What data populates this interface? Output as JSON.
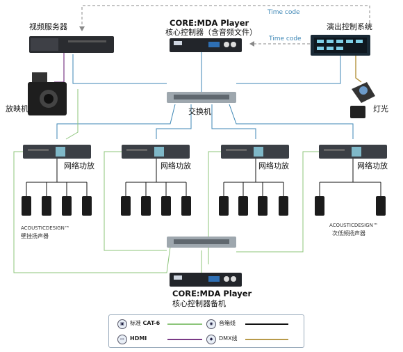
{
  "labels": {
    "video_server": "视频服务器",
    "projector": "放映机",
    "core_player_title": "CORE:MDA Player",
    "core_player_sub": "核心控制器（含音频文件）",
    "show_control": "演出控制系统",
    "lighting": "灯光",
    "switch": "交换机",
    "amp": "网络功放",
    "acoustic_wall_brand": "ACOUSTICDESIGN™",
    "acoustic_wall_desc": "壁挂扬声器",
    "acoustic_sub_brand": "ACOUSTICDESIGN™",
    "acoustic_sub_desc": "次低频扬声器",
    "backup_title": "CORE:MDA Player",
    "backup_sub": "核心控制器备机",
    "timecode_top": "Time code",
    "timecode_mid": "Time code"
  },
  "legend": {
    "cat6_prefix": "标准 ",
    "cat6_bold": "CAT-6",
    "hdmi": "HDMI",
    "audio": "音箱线",
    "dmx": "DMX线",
    "colors": {
      "cat6": "#8cc57a",
      "hdmi": "#7a3a86",
      "audio": "#111111",
      "dmx": "#b89a4a",
      "network": "#3c86b5",
      "timecode": "#888888"
    }
  }
}
